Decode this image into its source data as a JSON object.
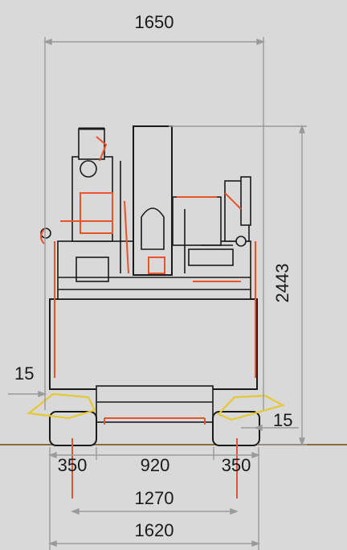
{
  "dimensions": {
    "overall_width": "1650",
    "height": "2443",
    "offset_left": "15",
    "offset_right": "15",
    "track_left": "350",
    "track_gap": "920",
    "track_right": "350",
    "track_centers": "1270",
    "total_track_width": "1620"
  },
  "colors": {
    "background": "#d9d9d9",
    "machine_outline": "#1a1a1a",
    "machine_accent": "#e8532a",
    "dimension_line": "#9a9a9a",
    "outrigger_highlight": "#e6c832",
    "ground_line": "#8a6a3a"
  }
}
